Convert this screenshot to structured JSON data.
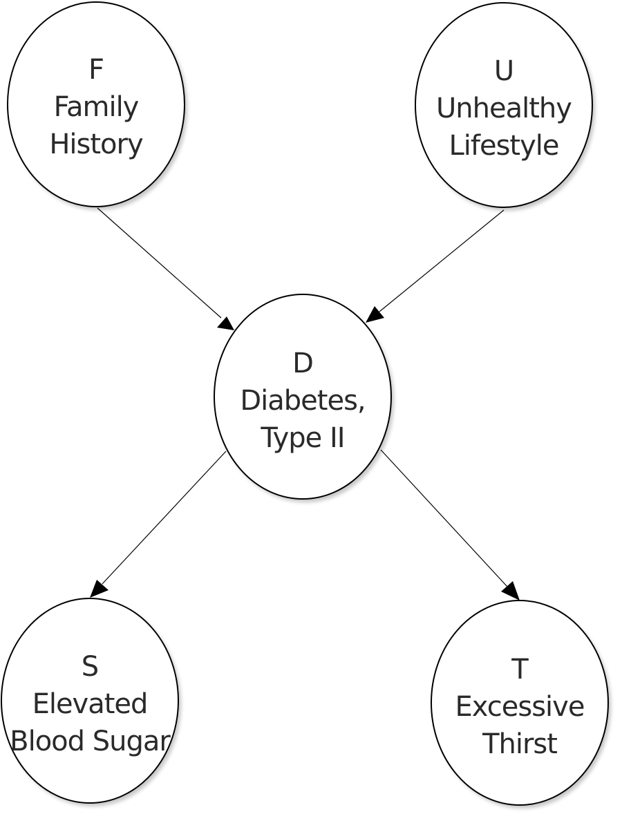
{
  "nodes": [
    {
      "id": "F",
      "lines": [
        "F",
        "Family",
        "History"
      ]
    },
    {
      "id": "U",
      "lines": [
        "U",
        "Unhealthy",
        "Lifestyle"
      ]
    },
    {
      "id": "D",
      "lines": [
        "D",
        "Diabetes,",
        "Type II"
      ]
    },
    {
      "id": "S",
      "lines": [
        "S",
        "Elevated",
        "Blood Sugar"
      ]
    },
    {
      "id": "T",
      "lines": [
        "T",
        "Excessive",
        "Thirst"
      ]
    }
  ],
  "edges": [
    {
      "from": "F",
      "to": "D"
    },
    {
      "from": "U",
      "to": "D"
    },
    {
      "from": "D",
      "to": "S"
    },
    {
      "from": "D",
      "to": "T"
    }
  ],
  "colors": {
    "stroke": "#000000",
    "fill": "#ffffff",
    "text": "#2a2a2a"
  }
}
